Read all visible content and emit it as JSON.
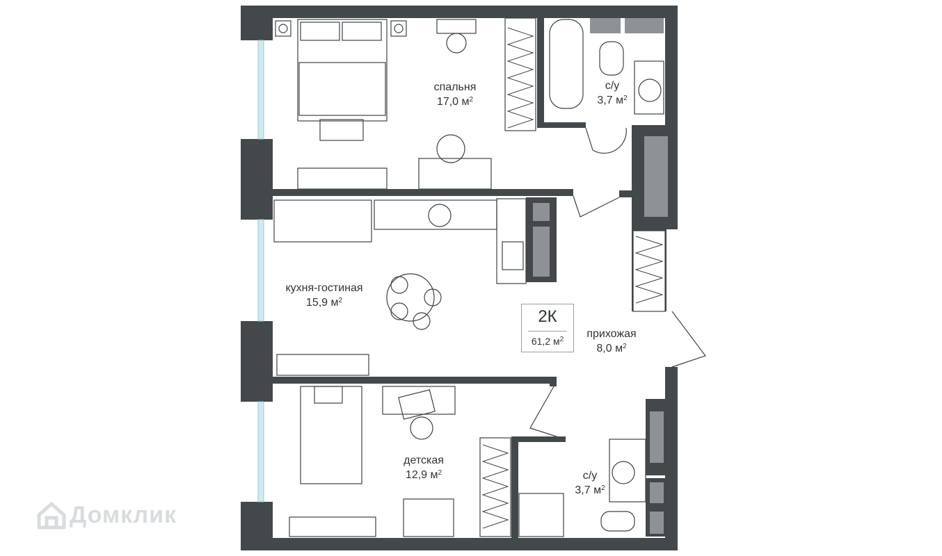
{
  "apartment": {
    "type": "2К",
    "total_area": "61,2 м",
    "area_unit_sup": "2"
  },
  "rooms": [
    {
      "id": "bedroom",
      "name": "спальня",
      "area": "17,0 м"
    },
    {
      "id": "bath1",
      "name": "с/у",
      "area": "3,7 м"
    },
    {
      "id": "living",
      "name": "кухня-гостиная",
      "area": "15,9 м"
    },
    {
      "id": "hall",
      "name": "прихожая",
      "area": "8,0 м"
    },
    {
      "id": "kids",
      "name": "детская",
      "area": "12,9 м"
    },
    {
      "id": "bath2",
      "name": "с/у",
      "area": "3,7 м"
    }
  ],
  "watermark": {
    "text": "Домклик",
    "icon": "domclick-house-icon"
  },
  "colors": {
    "wall": "#43484b",
    "wall_inner": "#8e9296",
    "window": "#cfe9ef",
    "furniture": "#3c4245"
  }
}
